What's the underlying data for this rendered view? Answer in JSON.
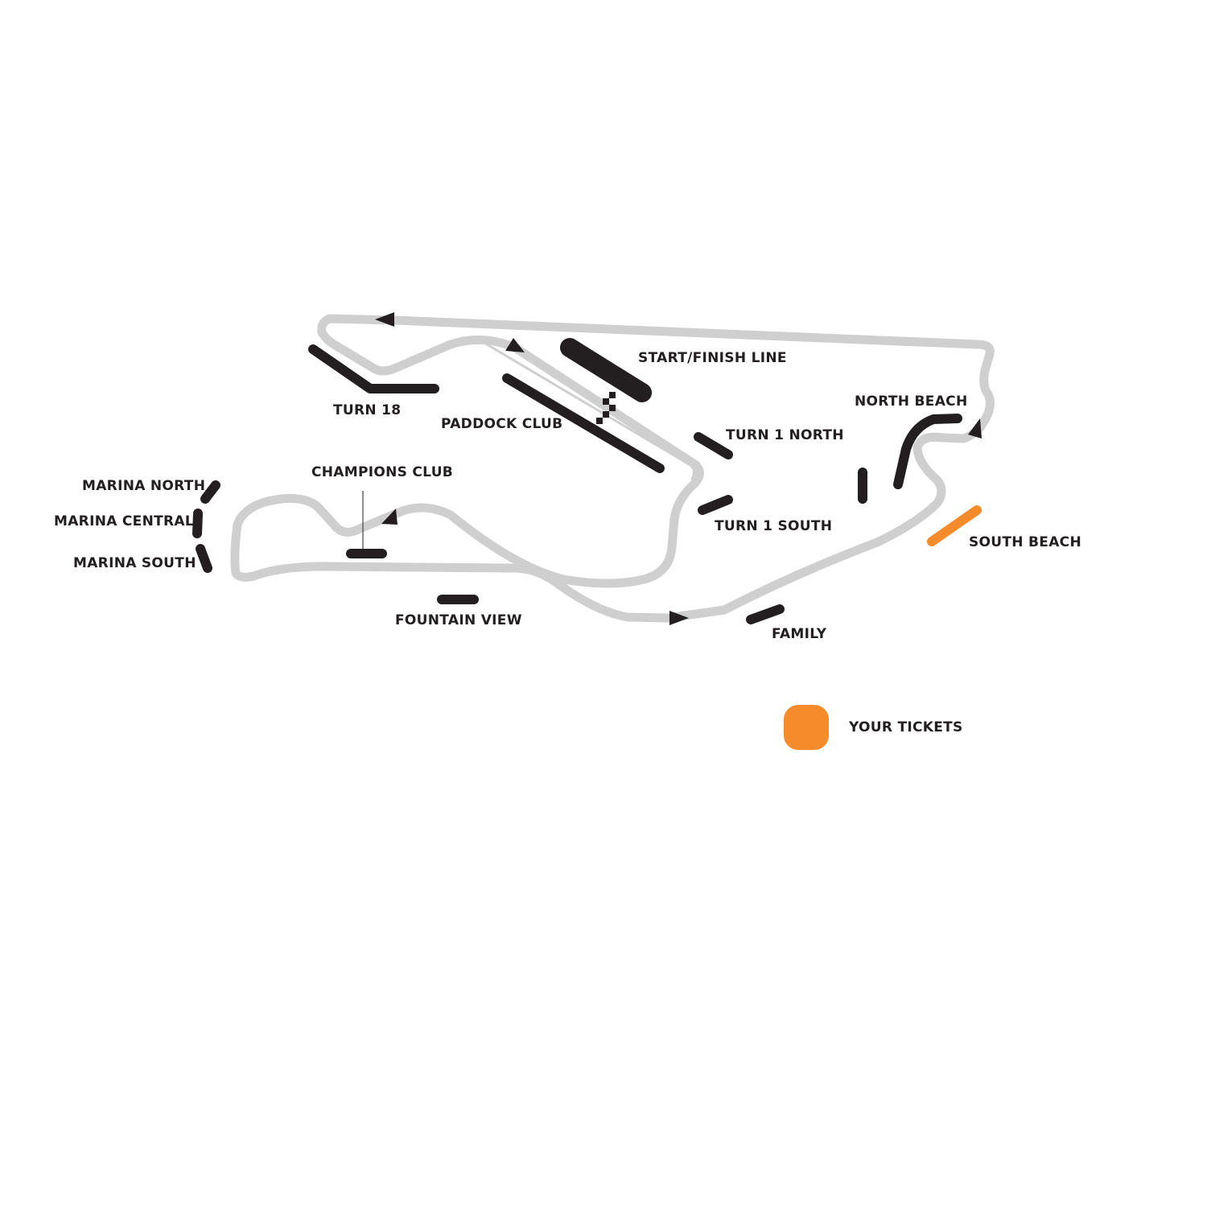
{
  "colors": {
    "track": "#cfcfcf",
    "grandstand": "#231f20",
    "your_tickets": "#f68b2c",
    "background": "#ffffff"
  },
  "grandstands": {
    "start_finish": "START/FINISH LINE",
    "north_beach": "NORTH BEACH",
    "turn_18": "TURN 18",
    "paddock_club": "PADDOCK CLUB",
    "turn_1_north": "TURN 1 NORTH",
    "champions_club": "CHAMPIONS CLUB",
    "marina_north": "MARINA NORTH",
    "marina_central": "MARINA CENTRAL",
    "marina_south": "MARINA SOUTH",
    "turn_1_south": "TURN 1 SOUTH",
    "south_beach": "SOUTH BEACH",
    "fountain_view": "FOUNTAIN VIEW",
    "family": "FAMILY"
  },
  "selected_section": "SOUTH BEACH",
  "legend": {
    "label": "YOUR TICKETS",
    "icon": "orange-rounded-square"
  }
}
